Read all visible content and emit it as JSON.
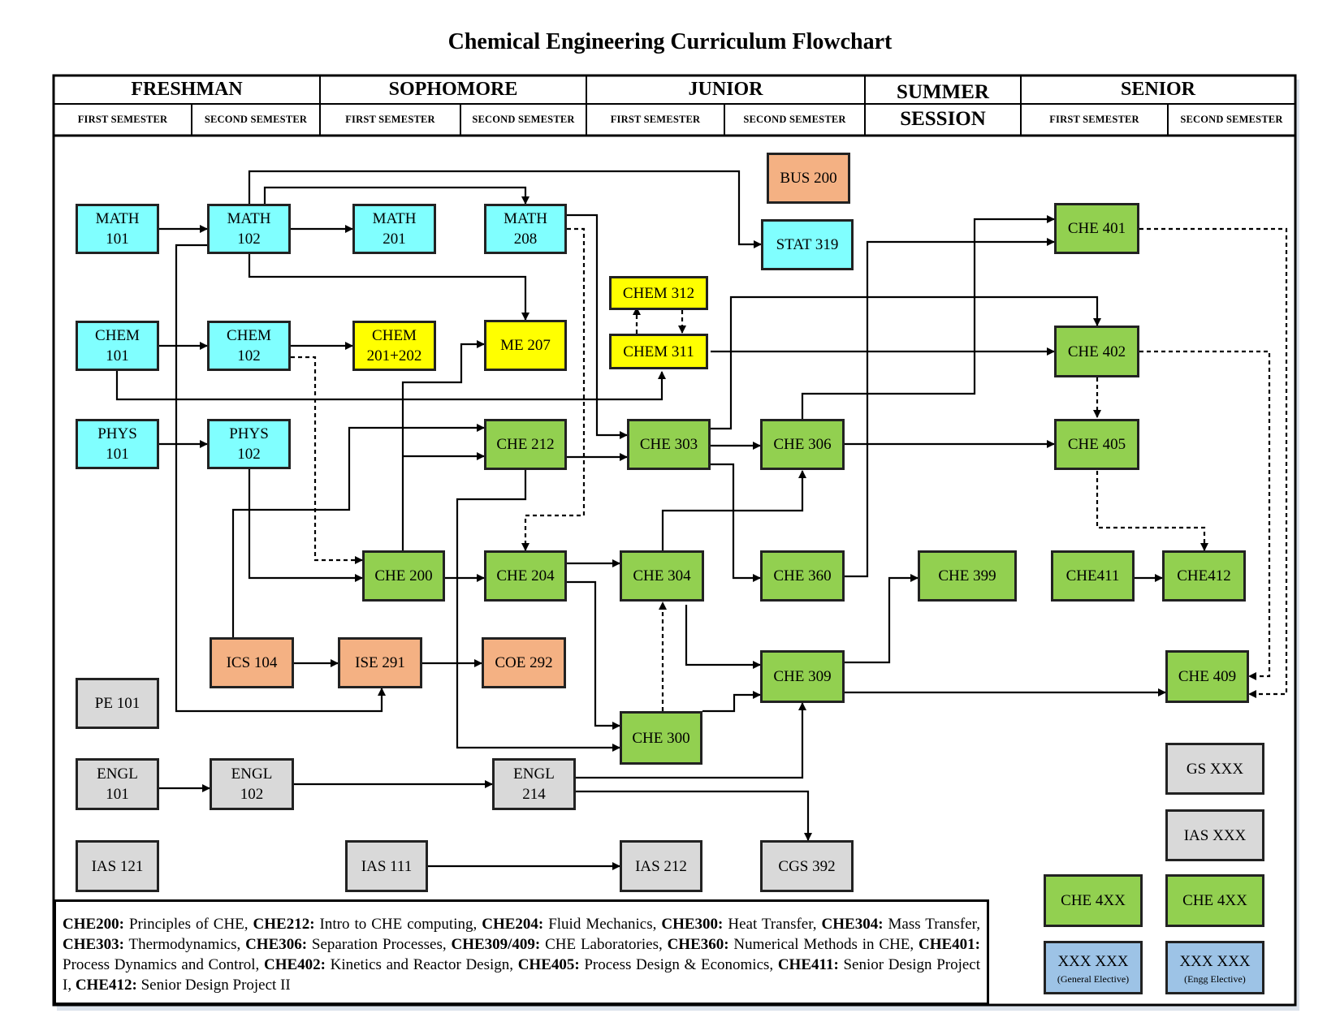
{
  "title": "Chemical Engineering Curriculum Flowchart",
  "header": {
    "freshman": "FRESHMAN",
    "sophomore": "SOPHOMORE",
    "junior": "JUNIOR",
    "summer_line1": "SUMMER",
    "summer_line2": "SESSION",
    "senior": "SENIOR",
    "first_semester": "FIRST SEMESTER",
    "second_semester": "SECOND SEMESTER"
  },
  "colors": {
    "math_science": "#80ffff",
    "chemistry": "#ffff00",
    "che_core": "#92d050",
    "engineering": "#f4b183",
    "general": "#d9d9d9",
    "elective": "#9dc3e6"
  },
  "courses": {
    "math101": [
      "MATH",
      "101"
    ],
    "math102": [
      "MATH",
      "102"
    ],
    "math201": [
      "MATH",
      "201"
    ],
    "math208": [
      "MATH",
      "208"
    ],
    "stat319": "STAT 319",
    "bus200": "BUS 200",
    "chem101": [
      "CHEM",
      "101"
    ],
    "chem102": [
      "CHEM",
      "102"
    ],
    "chem201": [
      "CHEM",
      "201+202"
    ],
    "me207": "ME 207",
    "chem312": "CHEM  312",
    "chem311": "CHEM 311",
    "phys101": [
      "PHYS",
      "101"
    ],
    "phys102": [
      "PHYS",
      "102"
    ],
    "che212": "CHE 212",
    "che303": "CHE 303",
    "che306": "CHE 306",
    "che401": "CHE 401",
    "che402": "CHE 402",
    "che405": "CHE 405",
    "che200": "CHE 200",
    "che204": "CHE 204",
    "che304": "CHE 304",
    "che360": "CHE 360",
    "che399": "CHE 399",
    "che411": "CHE411",
    "che412": "CHE412",
    "ics104": "ICS 104",
    "ise291": "ISE 291",
    "coe292": "COE 292",
    "pe101": "PE 101",
    "che309": "CHE 309",
    "che409": "CHE 409",
    "che300": "CHE 300",
    "engl101": [
      "ENGL",
      "101"
    ],
    "engl102": [
      "ENGL",
      "102"
    ],
    "engl214": [
      "ENGL",
      "214"
    ],
    "ias121": "IAS 121",
    "ias111": "IAS 111",
    "ias212": "IAS 212",
    "cgs392": "CGS 392",
    "gsxxx": "GS XXX",
    "iasxxx": "IAS XXX",
    "che4xx_a": "CHE 4XX",
    "che4xx_b": "CHE 4XX",
    "xxx_gen": [
      "XXX XXX",
      "(General Elective)"
    ],
    "xxx_engg": [
      "XXX XXX",
      "(Engg Elective)"
    ]
  },
  "legend": [
    {
      "code": "CHE200:",
      "text": " Principles of CHE, "
    },
    {
      "code": "CHE212:",
      "text": " Intro to CHE computing, "
    },
    {
      "code": "CHE204:",
      "text": " Fluid Mechanics, "
    },
    {
      "code": "CHE300:",
      "text": " Heat Transfer, "
    },
    {
      "code": "CHE304:",
      "text": " Mass Transfer, "
    },
    {
      "code": "CHE303:",
      "text": " Thermodynamics, "
    },
    {
      "code": "CHE306:",
      "text": " Separation Processes, "
    },
    {
      "code": "CHE309/409:",
      "text": " CHE Laboratories, "
    },
    {
      "code": "CHE360:",
      "text": " Numerical Methods in CHE, "
    },
    {
      "code": "CHE401:",
      "text": " Process Dynamics and Control, "
    },
    {
      "code": "CHE402:",
      "text": " Kinetics and Reactor Design, "
    },
    {
      "code": "CHE405:",
      "text": " Process Design & Economics, "
    },
    {
      "code": "CHE411:",
      "text": " Senior Design Project I, "
    },
    {
      "code": "CHE412:",
      "text": " Senior Design Project II"
    }
  ]
}
